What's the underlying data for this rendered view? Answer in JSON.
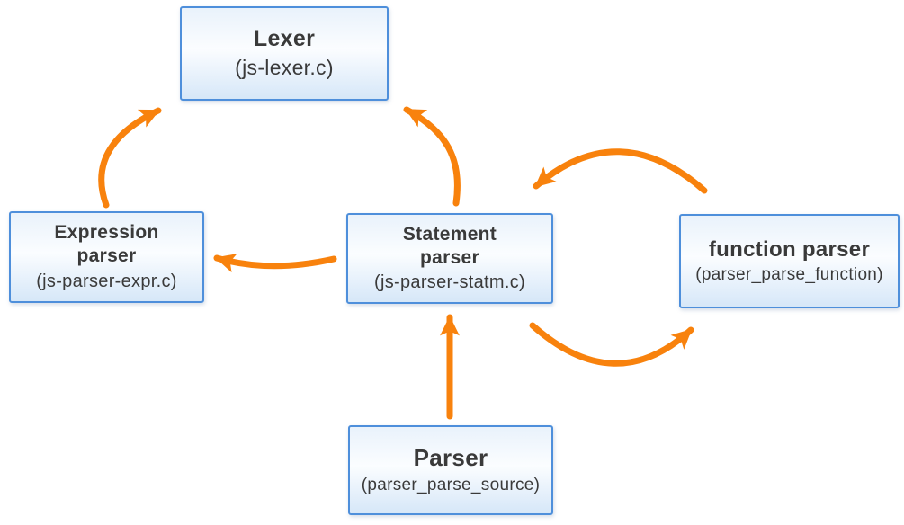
{
  "nodes": [
    {
      "id": "lexer",
      "title": "Lexer",
      "subtitle": "(js-lexer.c)"
    },
    {
      "id": "expression-parser",
      "title": "Expression\nparser",
      "subtitle": "(js-parser-expr.c)"
    },
    {
      "id": "statement-parser",
      "title": "Statement\nparser",
      "subtitle": "(js-parser-statm.c)"
    },
    {
      "id": "function-parser",
      "title": "function parser",
      "subtitle": "(parser_parse_function)"
    },
    {
      "id": "parser",
      "title": "Parser",
      "subtitle": "(parser_parse_source)"
    }
  ],
  "edges": [
    {
      "from": "expression-parser",
      "to": "lexer"
    },
    {
      "from": "statement-parser",
      "to": "lexer"
    },
    {
      "from": "statement-parser",
      "to": "expression-parser"
    },
    {
      "from": "function-parser",
      "to": "statement-parser"
    },
    {
      "from": "statement-parser",
      "to": "function-parser"
    },
    {
      "from": "parser",
      "to": "statement-parser"
    }
  ],
  "colors": {
    "arrow": "#F8820D",
    "node_border": "#4E8FDB",
    "node_fill_top": "#E9F2FB",
    "node_fill_mid": "#FBFDFF",
    "node_fill_bottom": "#D6E7F8",
    "text": "#3A3A3A"
  }
}
